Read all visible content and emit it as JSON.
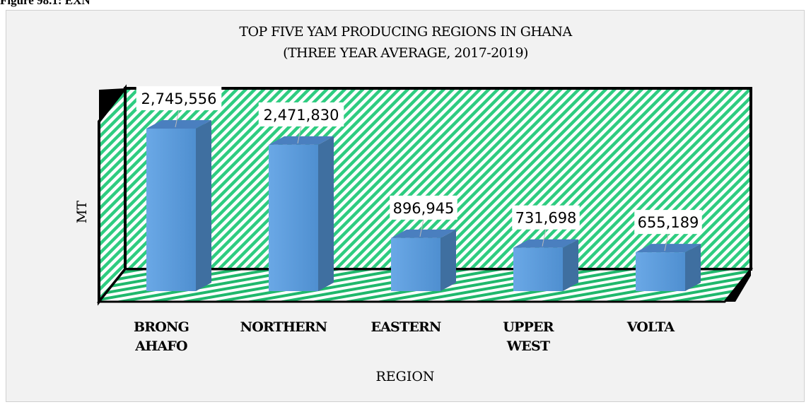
{
  "figure_caption": "Figure 98.1: EXN",
  "chart_data": {
    "type": "bar",
    "title": "TOP FIVE YAM PRODUCING REGIONS IN GHANA",
    "subtitle": "(THREE YEAR AVERAGE, 2017-2019)",
    "xlabel": "REGION",
    "ylabel": "MT",
    "categories": [
      [
        "BRONG",
        "AHAFO"
      ],
      [
        "NORTHERN"
      ],
      [
        "EASTERN"
      ],
      [
        "UPPER",
        "WEST"
      ],
      [
        "VOLTA"
      ]
    ],
    "values": [
      2745556,
      2471830,
      896945,
      731698,
      655189
    ],
    "data_labels": [
      "2,745,556",
      "2,471,830",
      "896,945",
      "731,698",
      "655,189"
    ],
    "ylim": [
      0,
      2745556
    ],
    "three_d": true,
    "grid": false,
    "legend": "none",
    "colors": {
      "bar_front": "#5b9bd5",
      "bar_side": "#3f6fa0",
      "bar_top": "#4a7fbf",
      "wall_pattern": "#2ecc80",
      "wall_border": "#000000",
      "label_background": "#ffffff"
    }
  }
}
